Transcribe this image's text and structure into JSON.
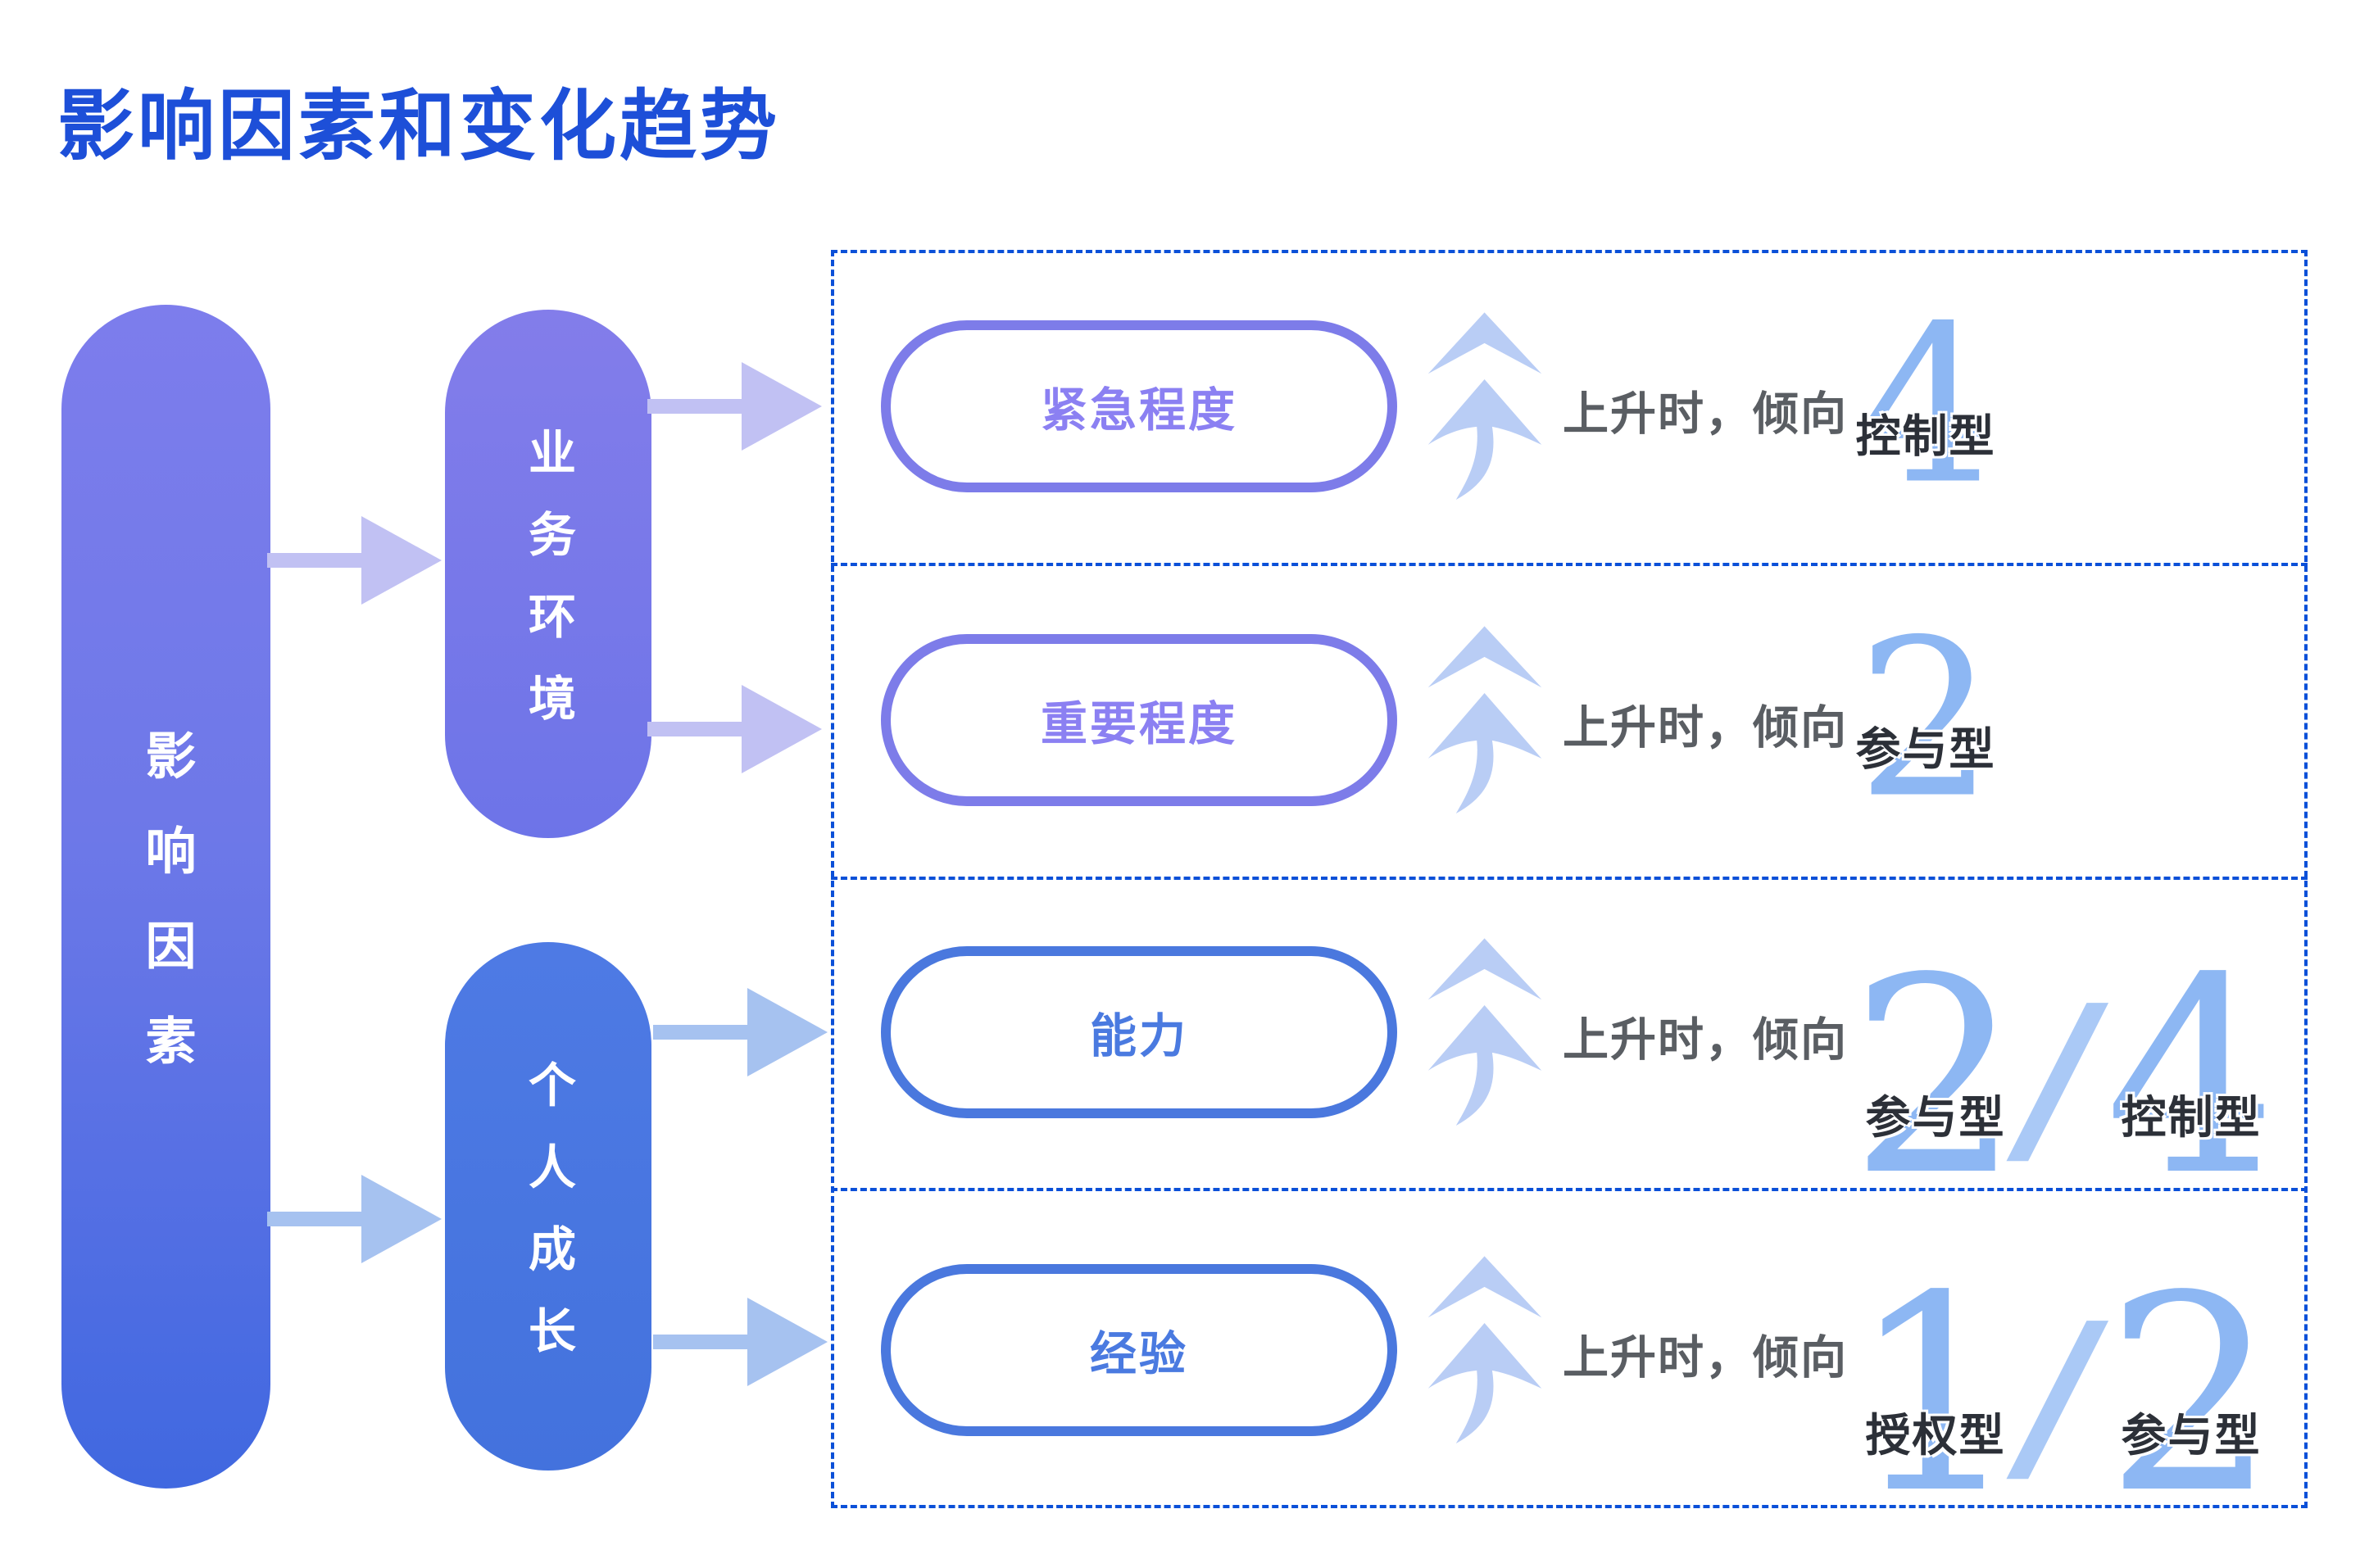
{
  "title": "影响因素和变化趋势",
  "left_panel": {
    "root_label": "影响因素",
    "branches": [
      {
        "label": "业务环境"
      },
      {
        "label": "个人成长"
      }
    ]
  },
  "trend": {
    "rows": [
      {
        "factor": "紧急程度",
        "condition": "上升时，倾向",
        "separator": "",
        "results": [
          {
            "number": "4",
            "label": "控制型"
          }
        ]
      },
      {
        "factor": "重要程度",
        "condition": "上升时，倾向",
        "separator": "",
        "results": [
          {
            "number": "2",
            "label": "参与型"
          }
        ]
      },
      {
        "factor": "能力",
        "condition": "上升时，倾向",
        "separator": "/",
        "results": [
          {
            "number": "2",
            "label": "参与型"
          },
          {
            "number": "4",
            "label": "控制型"
          }
        ]
      },
      {
        "factor": "经验",
        "condition": "上升时，倾向",
        "separator": "/",
        "results": [
          {
            "number": "1",
            "label": "授权型"
          },
          {
            "number": "2",
            "label": "参与型"
          }
        ]
      }
    ]
  },
  "colors": {
    "title_blue": "#1d4fd8",
    "dash_blue": "#0b50d8",
    "root_gradient_top": "#7d7dec",
    "root_gradient_bottom": "#4068e0",
    "business_pill": "#7a79e8",
    "growth_pill": "#4a77e0",
    "lavender_connector": "#c1c1f3",
    "blue_connector": "#a6c2f0",
    "capsule_purple_border": "#7d7ce9",
    "capsule_purple_text": "#8b80f2",
    "capsule_blue_border": "#4a78de",
    "capsule_blue_text": "#4a7ae0",
    "trend_arrow": "#b9cdf5",
    "condition_text": "#5a5e63",
    "big_number": "#8db7f3",
    "slash": "#aac9f6",
    "style_label": "#2c3038"
  }
}
